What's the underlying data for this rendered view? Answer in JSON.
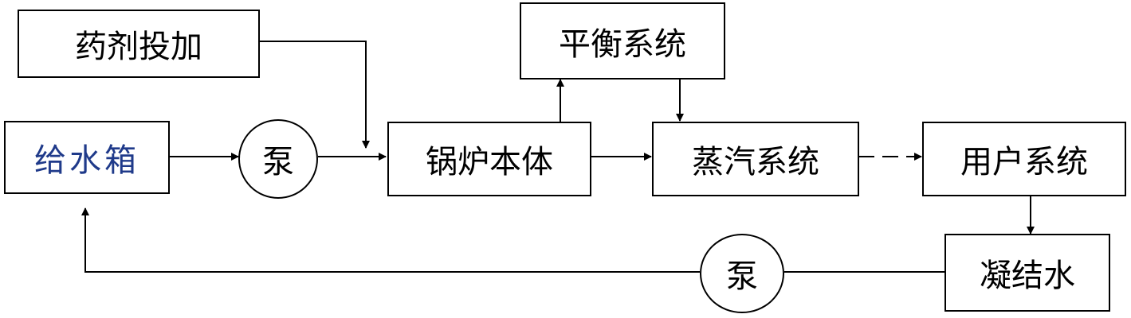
{
  "nodes": {
    "dosing": "药剂投加",
    "feedwater_tank": "给水箱",
    "pump_1": "泵",
    "boiler_body": "锅炉本体",
    "balance_system": "平衡系统",
    "steam_system": "蒸汽系统",
    "user_system": "用户系统",
    "condensate": "凝结水",
    "pump_2": "泵"
  },
  "colors": {
    "line": "#000000",
    "background": "#ffffff",
    "feedwater_text": "#1f3a8a"
  }
}
